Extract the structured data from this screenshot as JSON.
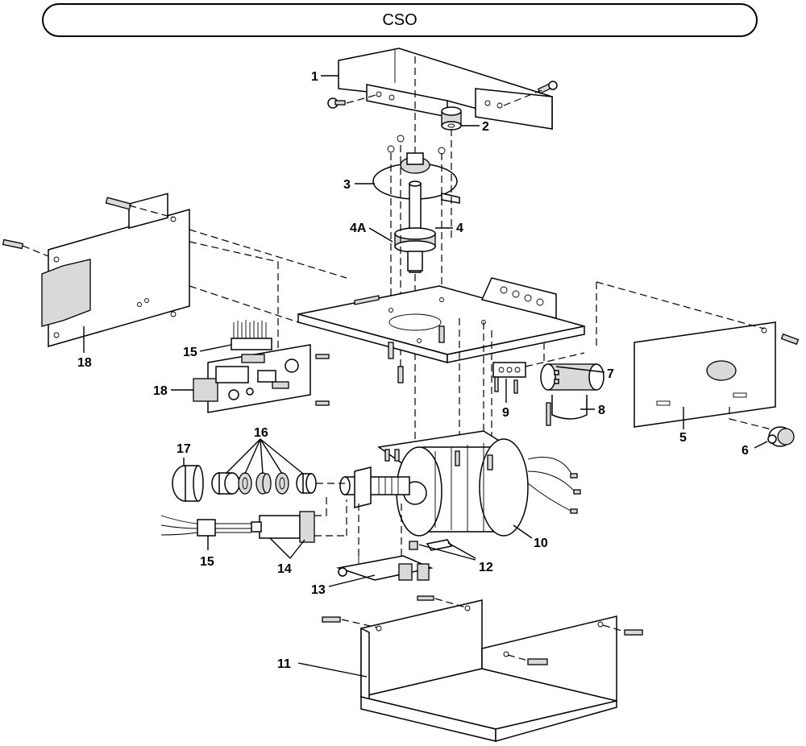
{
  "header": {
    "title": "CSO"
  },
  "callouts": {
    "c1": "1",
    "c2": "2",
    "c3": "3",
    "c4a": "4A",
    "c4": "4",
    "c5": "5",
    "c6": "6",
    "c7": "7",
    "c8": "8",
    "c9": "9",
    "c10": "10",
    "c11": "11",
    "c12": "12",
    "c13": "13",
    "c14": "14",
    "c15a": "15",
    "c15b": "15",
    "c16": "16",
    "c17": "17",
    "c18a": "18",
    "c18b": "18"
  }
}
